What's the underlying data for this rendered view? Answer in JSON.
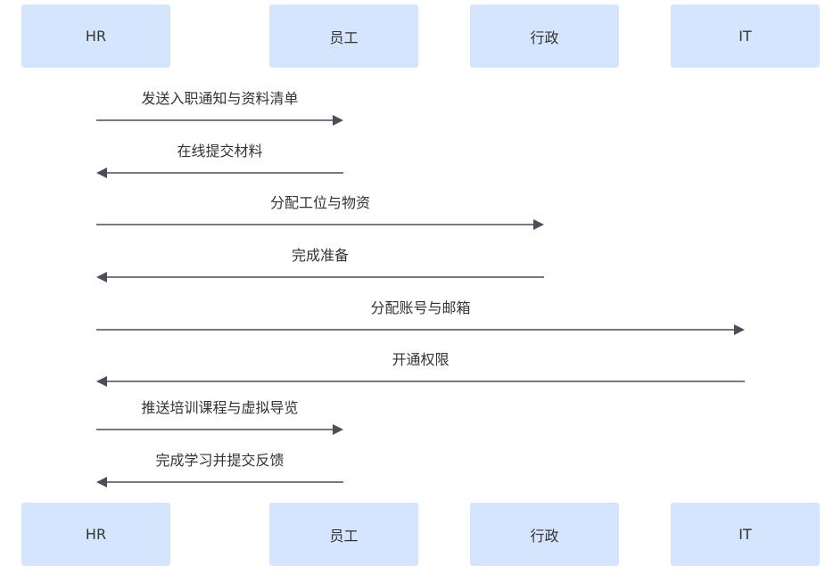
{
  "participants": [
    "HR",
    "员工",
    "行政",
    "IT"
  ],
  "colors": {
    "actor_fill": "#d4e5fd",
    "line": "#4a4f57",
    "text": "#333333"
  },
  "messages": [
    {
      "from": 0,
      "to": 1,
      "label": "发送入职通知与资料清单"
    },
    {
      "from": 1,
      "to": 0,
      "label": "在线提交材料"
    },
    {
      "from": 0,
      "to": 2,
      "label": "分配工位与物资"
    },
    {
      "from": 2,
      "to": 0,
      "label": "完成准备"
    },
    {
      "from": 0,
      "to": 3,
      "label": "分配账号与邮箱"
    },
    {
      "from": 3,
      "to": 0,
      "label": "开通权限"
    },
    {
      "from": 0,
      "to": 1,
      "label": "推送培训课程与虚拟导览"
    },
    {
      "from": 1,
      "to": 0,
      "label": "完成学习并提交反馈"
    }
  ]
}
